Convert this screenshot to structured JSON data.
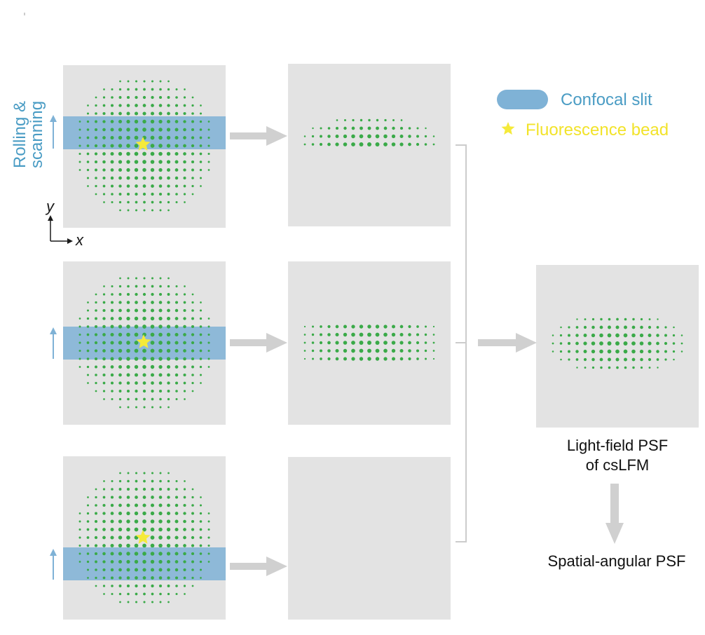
{
  "legend": {
    "slit_label": "Confocal slit",
    "bead_label": "Fluorescence bead"
  },
  "scan_label": {
    "line1": "Rolling &",
    "line2": "scanning"
  },
  "axes": {
    "y": "y",
    "x": "x"
  },
  "result": {
    "line1": "Light-field PSF",
    "line2": "of csLFM"
  },
  "bottom_label": "Spatial-angular PSF",
  "colors": {
    "panel": "#e3e3e3",
    "dot": "#3aaa48",
    "slit": "#7fb2d6",
    "bead": "#f5ea3a",
    "arrow": "#d0d0d0",
    "connector": "#cccccc",
    "label_blue": "#4a9cc4"
  }
}
